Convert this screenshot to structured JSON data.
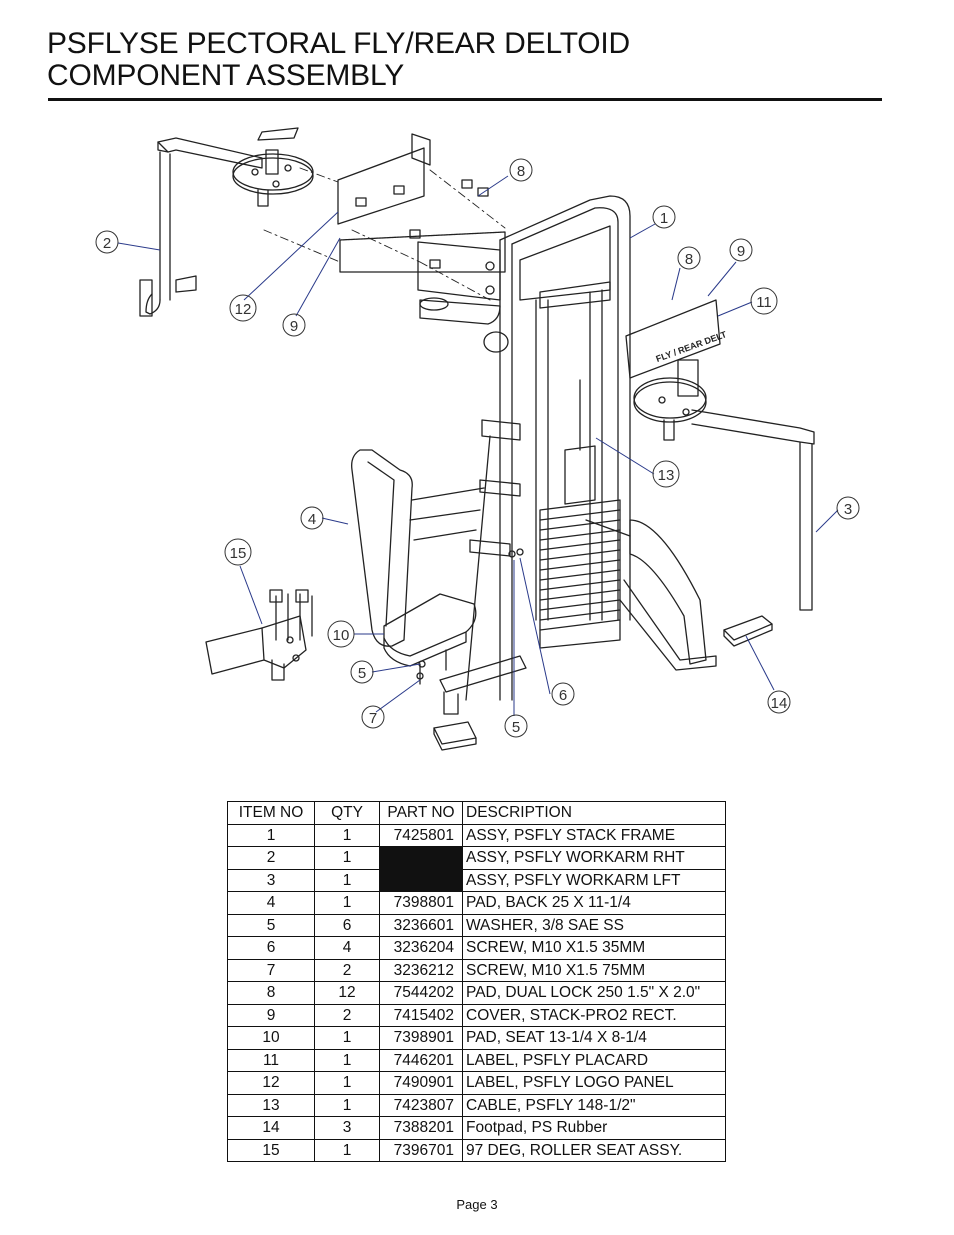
{
  "header": {
    "title_line1": "PSFLYSE PECTORAL FLY/REAR DELTOID",
    "title_line2": "COMPONENT ASSEMBLY"
  },
  "diagram": {
    "placard_text": "FLY / REAR DELT",
    "callouts": [
      "1",
      "2",
      "3",
      "4",
      "5",
      "5",
      "6",
      "7",
      "8",
      "8",
      "9",
      "9",
      "10",
      "11",
      "12",
      "13",
      "14",
      "15"
    ]
  },
  "parts_table": {
    "headers": [
      "ITEM NO",
      "QTY",
      "PART NO",
      "DESCRIPTION"
    ],
    "rows": [
      {
        "item": "1",
        "qty": "1",
        "part": "7425801",
        "desc": "ASSY, PSFLY STACK FRAME"
      },
      {
        "item": "2",
        "qty": "1",
        "part": "",
        "desc": "ASSY, PSFLY WORKARM RHT"
      },
      {
        "item": "3",
        "qty": "1",
        "part": "",
        "desc": "ASSY, PSFLY WORKARM LFT"
      },
      {
        "item": "4",
        "qty": "1",
        "part": "7398801",
        "desc": "PAD, BACK 25 X 11-1/4"
      },
      {
        "item": "5",
        "qty": "6",
        "part": "3236601",
        "desc": "WASHER, 3/8 SAE SS"
      },
      {
        "item": "6",
        "qty": "4",
        "part": "3236204",
        "desc": "SCREW, M10 X1.5 35MM"
      },
      {
        "item": "7",
        "qty": "2",
        "part": "3236212",
        "desc": "SCREW, M10 X1.5 75MM"
      },
      {
        "item": "8",
        "qty": "12",
        "part": "7544202",
        "desc": "PAD, DUAL LOCK 250 1.5\" X 2.0\""
      },
      {
        "item": "9",
        "qty": "2",
        "part": "7415402",
        "desc": "COVER, STACK-PRO2 RECT."
      },
      {
        "item": "10",
        "qty": "1",
        "part": "7398901",
        "desc": "PAD, SEAT 13-1/4 X 8-1/4"
      },
      {
        "item": "11",
        "qty": "1",
        "part": "7446201",
        "desc": "LABEL, PSFLY PLACARD"
      },
      {
        "item": "12",
        "qty": "1",
        "part": "7490901",
        "desc": "LABEL, PSFLY LOGO PANEL"
      },
      {
        "item": "13",
        "qty": "1",
        "part": "7423807",
        "desc": "CABLE, PSFLY 148-1/2\""
      },
      {
        "item": "14",
        "qty": "3",
        "part": "7388201",
        "desc": "Footpad, PS Rubber"
      },
      {
        "item": "15",
        "qty": "1",
        "part": "7396701",
        "desc": "97 DEG, ROLLER SEAT ASSY."
      }
    ]
  },
  "footer": {
    "page_label": "Page 3"
  }
}
